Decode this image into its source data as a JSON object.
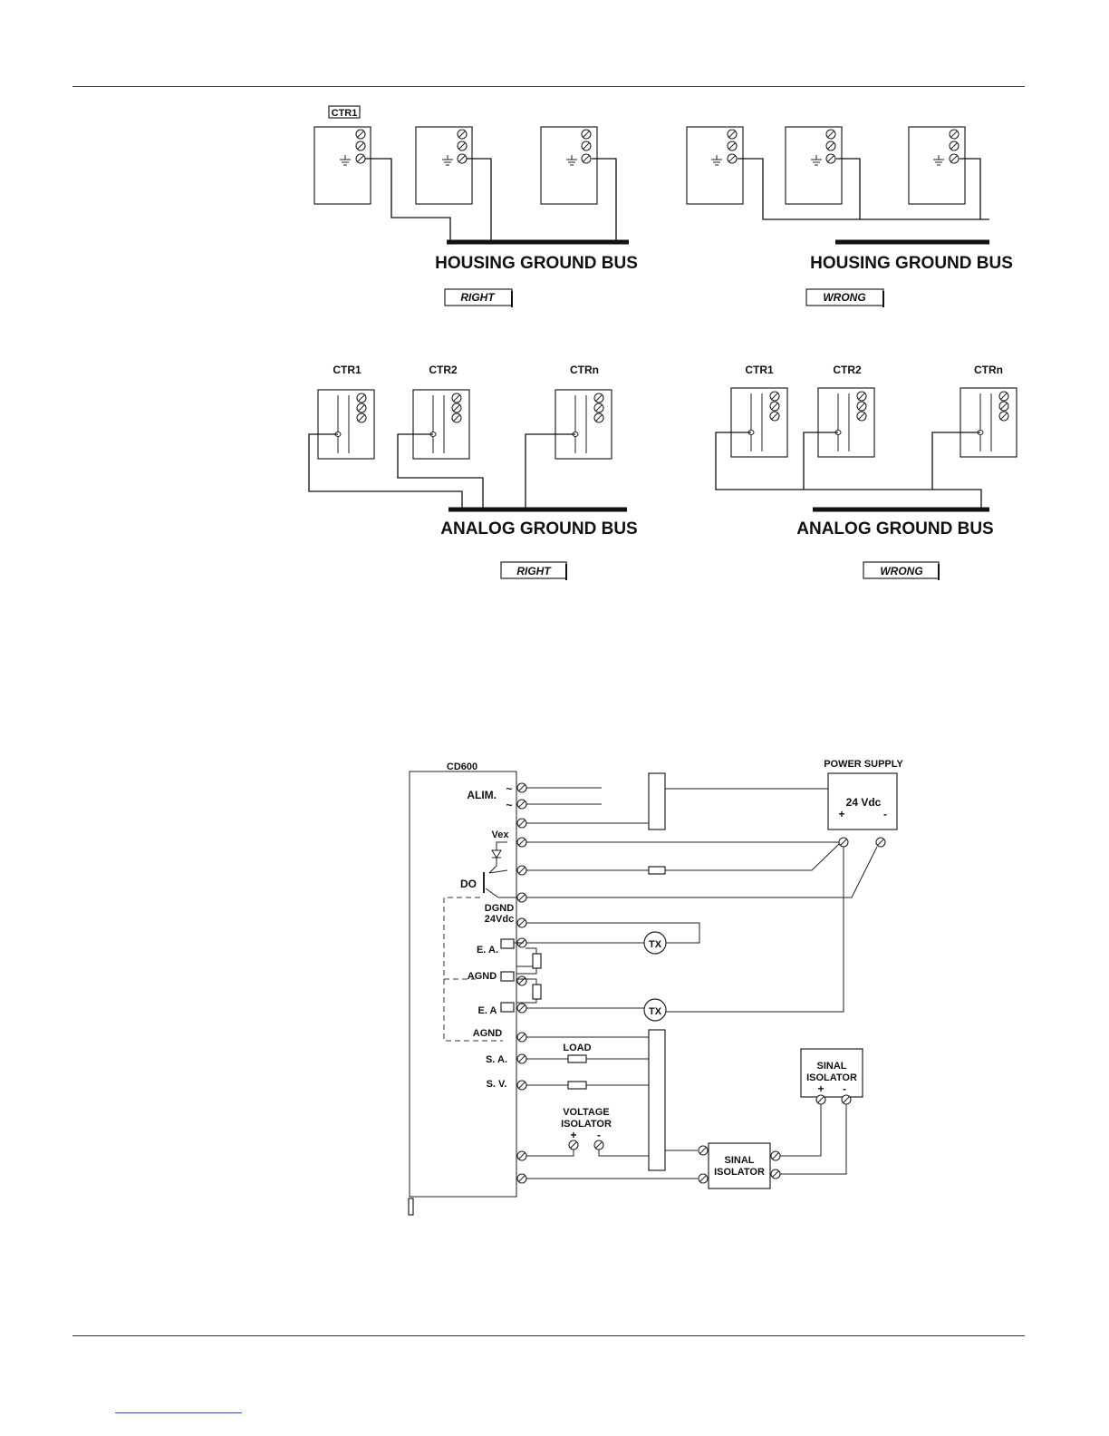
{
  "housing": {
    "top_label": "CTR1",
    "bus_label": "HOUSING GROUND BUS",
    "right_tag": "RIGHT",
    "wrong_tag": "WRONG"
  },
  "analog": {
    "ctr_labels": [
      "CTR1",
      "CTR2",
      "CTRn"
    ],
    "bus_label": "ANALOG GROUND BUS",
    "right_tag": "RIGHT",
    "wrong_tag": "WRONG"
  },
  "wiring": {
    "device": "CD600",
    "alim": "ALIM.",
    "tilde": "~",
    "vex": "Vex",
    "do": "DO",
    "dgnd": "DGND",
    "v24": "24Vdc",
    "ea1": "E. A.",
    "agnd1": "AGND",
    "ea2": "E. A",
    "agnd2": "AGND",
    "sa": "S. A.",
    "sv": "S. V.",
    "load": "LOAD",
    "voltage_isolator_1": "VOLTAGE",
    "voltage_isolator_2": "ISOLATOR",
    "plus": "+",
    "minus": "-",
    "tx": "TX",
    "power_supply": "POWER SUPPLY",
    "psu_voltage": "24 Vdc",
    "sinal_isolator_1": "SINAL",
    "sinal_isolator_2": "ISOLATOR"
  }
}
